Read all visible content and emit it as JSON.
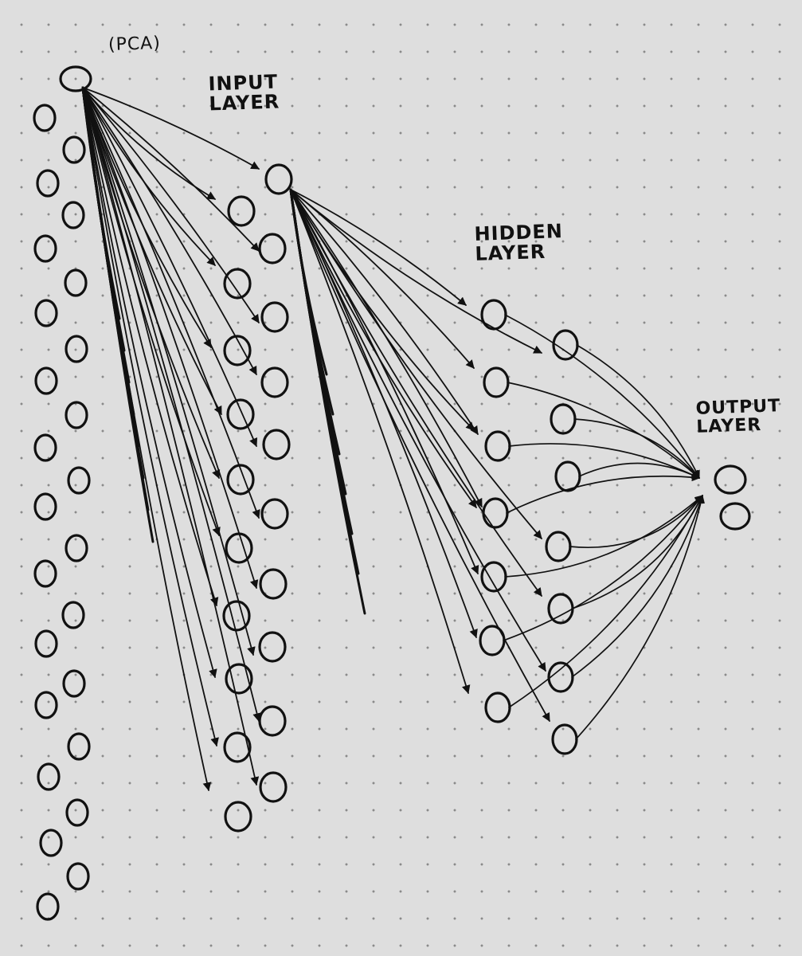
{
  "labels": {
    "pca": "(PCA)",
    "input": [
      "INPUT",
      "LAYER"
    ],
    "hidden": [
      "HIDDEN",
      "LAYER"
    ],
    "output": [
      "OUTPUT",
      "LAYER"
    ]
  },
  "colors": {
    "ink": "#111111",
    "paper": "#dedede",
    "grid_dot": "#8a8a8a"
  }
}
